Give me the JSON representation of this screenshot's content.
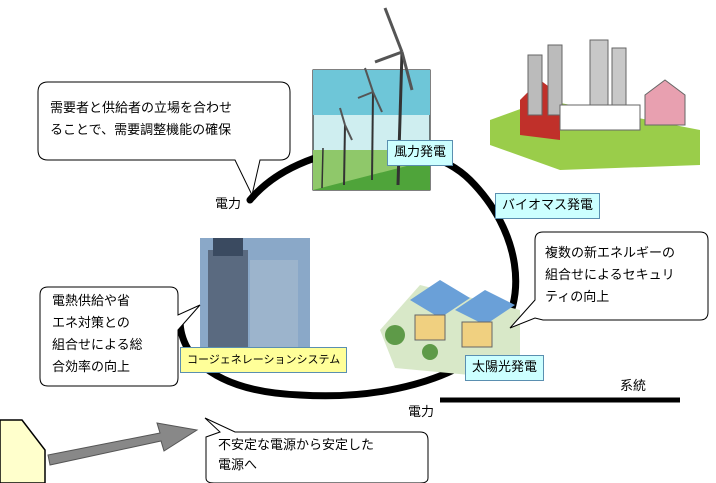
{
  "bubbles": {
    "top_left": {
      "lines": [
        "需要者と供給者の立場を合わせ",
        "ることで、需要調整機能の確保"
      ]
    },
    "left": {
      "lines": [
        "電熱供給や省",
        "エネ対策との",
        "組合せによる総",
        "合効率の向上"
      ]
    },
    "right": {
      "lines": [
        "複数の新エネルギーの",
        "組合せによるセキュリ",
        "ティの向上"
      ]
    },
    "bottom": {
      "lines": [
        "不安定な電源から安定した",
        "電源へ"
      ]
    }
  },
  "tags": {
    "wind": "風力発電",
    "biomass": "バイオマス発電",
    "solar": "太陽光発電",
    "cogeneration": "コージェネレーションシステム"
  },
  "labels": {
    "power_top": "電力",
    "power_bottom": "電力",
    "grid": "系統"
  },
  "colors": {
    "tag_cyan": "#ccffff",
    "tag_yellow": "#ffff99",
    "arrow_gray": "#888888",
    "house": "#ffffcc"
  }
}
